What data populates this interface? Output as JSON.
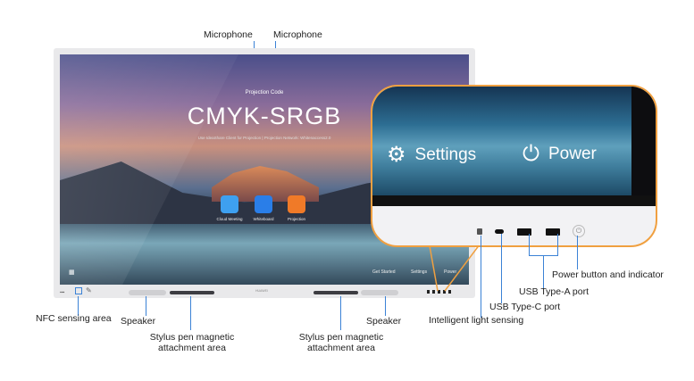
{
  "labels": {
    "microphone_left": "Microphone",
    "microphone_right": "Microphone",
    "nfc": "NFC sensing area",
    "speaker_left": "Speaker",
    "speaker_right": "Speaker",
    "stylus_left": "Stylus pen magnetic attachment area",
    "stylus_right": "Stylus pen magnetic attachment area",
    "light": "Intelligent light sensing",
    "usbc": "USB Type-C port",
    "usba": "USB Type-A port",
    "power": "Power button and indicator"
  },
  "screen": {
    "projection_label": "Projection Code",
    "code": "CMYK-SRGB",
    "subtitle": "Use IdeaShare Client for Projection  |  Projection Network: Whitenaccess2.0",
    "apps": [
      "Cloud Meeting",
      "Whiteboard",
      "Projection"
    ],
    "taskbar": {
      "get_started": "Get Started",
      "settings": "Settings",
      "power": "Power"
    },
    "brand": "HUAWEI"
  },
  "callout": {
    "settings": "Settings",
    "power": "Power"
  },
  "colors": {
    "callout_border": "#f0a040",
    "leader": "#3b82d6"
  }
}
